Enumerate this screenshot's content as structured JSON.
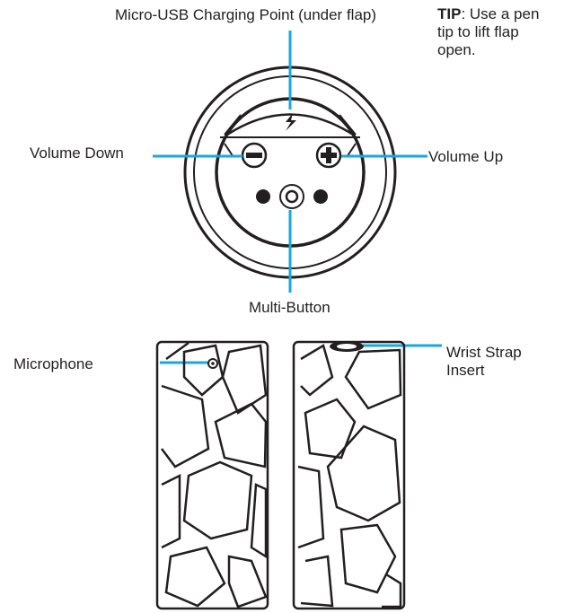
{
  "labels": {
    "usb": "Micro-USB Charging Point (under flap)",
    "tip_bold": "TIP",
    "tip_rest": ": Use a pen tip to lift flap open.",
    "volume_down": "Volume Down",
    "volume_up": "Volume Up",
    "multi_button": "Multi-Button",
    "microphone": "Microphone",
    "wrist_strap": "Wrist Strap Insert"
  },
  "colors": {
    "leader": "#1aa7e0",
    "ink": "#231f20"
  },
  "icons": [
    "lightning-icon",
    "minus-icon",
    "plus-icon"
  ]
}
